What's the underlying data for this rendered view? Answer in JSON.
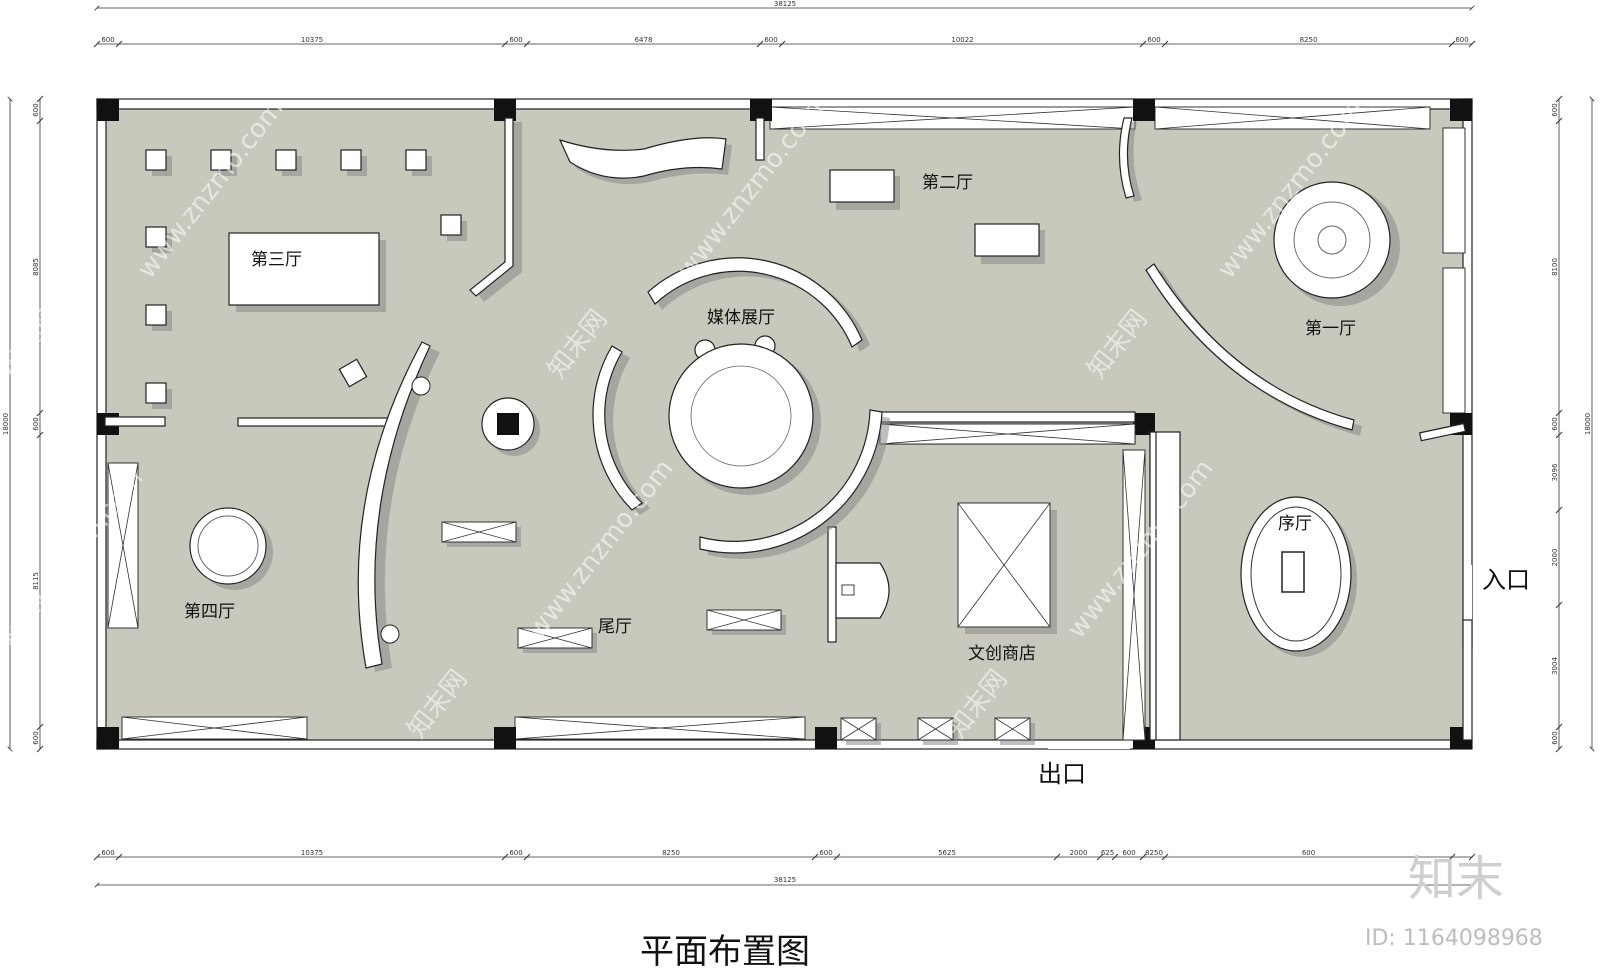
{
  "dimensions": {
    "top_total": "38125",
    "top_segments": [
      "600",
      "10375",
      "600",
      "6478",
      "600",
      "10022",
      "600",
      "8250",
      "600"
    ],
    "bottom_segments": [
      "600",
      "10375",
      "600",
      "8250",
      "600",
      "5625",
      "2000",
      "625",
      "600",
      "8250",
      "600"
    ],
    "bottom_total": "38125",
    "left_segments": [
      "600",
      "8085",
      "600",
      "8115",
      "600"
    ],
    "left_total": "18000",
    "right_segments": [
      "600",
      "8100",
      "600",
      "3096",
      "2000",
      "3004",
      "600"
    ],
    "right_total": "18000"
  },
  "rooms": {
    "hall_1": "第一厅",
    "hall_2": "第二厅",
    "hall_3": "第三厅",
    "hall_4": "第四厅",
    "media_hall": "媒体展厅",
    "end_hall": "尾厅",
    "prelude_hall": "序厅",
    "shop": "文创商店"
  },
  "entrance": "入口",
  "exit": "出口",
  "title": "平面布置图",
  "watermark": {
    "site": "www.znzmo.com",
    "brand": "知末网",
    "logo": "知末",
    "id": "ID: 1164098968"
  },
  "colors": {
    "floor": "#c9c8bc",
    "wall": "#ffffff",
    "column": "#111111"
  }
}
